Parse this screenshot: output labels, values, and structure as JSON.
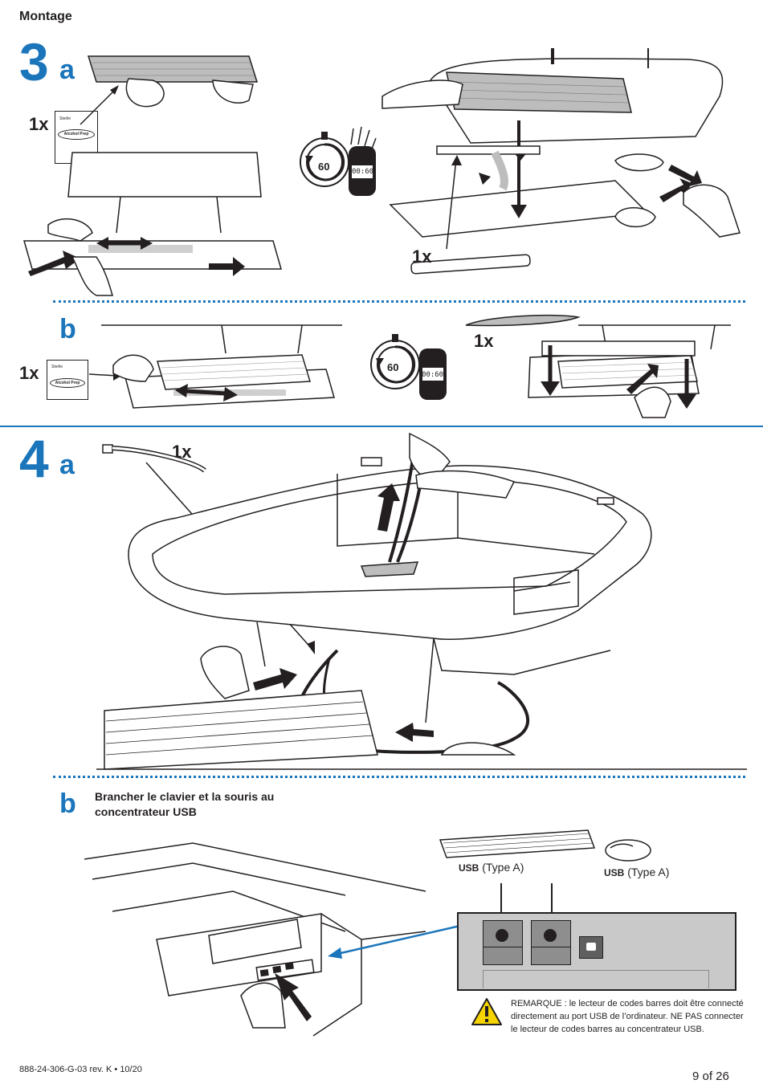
{
  "header": {
    "title": "Montage"
  },
  "steps": {
    "s3": {
      "number": "3",
      "sub_a": "a",
      "sub_b": "b"
    },
    "s4": {
      "number": "4",
      "sub_a": "a",
      "sub_b": "b"
    }
  },
  "quantities": {
    "wipe_3a": "1x",
    "strip_3a": "1x",
    "wipe_3b": "1x",
    "strip_3b": "1x",
    "tie_4a": "1x"
  },
  "wipe_pack": {
    "small_label": "Sterile",
    "oval_label": "Alcohol Prep"
  },
  "timer": {
    "seconds": "60",
    "clock": "00:60"
  },
  "step4b": {
    "instruction": "Brancher le clavier et la souris au concentrateur USB",
    "keyboard_usb": {
      "bold": "USB",
      "rest": " (Type A)"
    },
    "mouse_usb": {
      "bold": "USB",
      "rest": " (Type A)"
    }
  },
  "note": {
    "text": "REMARQUE : le lecteur de codes barres doit être connecté directement au port USB de l’ordinateur. NE PAS connecter le lecteur de codes barres au concentrateur USB."
  },
  "footer": {
    "doc_number": "888-24-306-G-03 rev. K • 10/20",
    "page": "9 of 26"
  },
  "colors": {
    "accent_blue": "#1b75bb",
    "warning_yellow": "#f5d400",
    "panel_gray": "#c9c9c9"
  }
}
